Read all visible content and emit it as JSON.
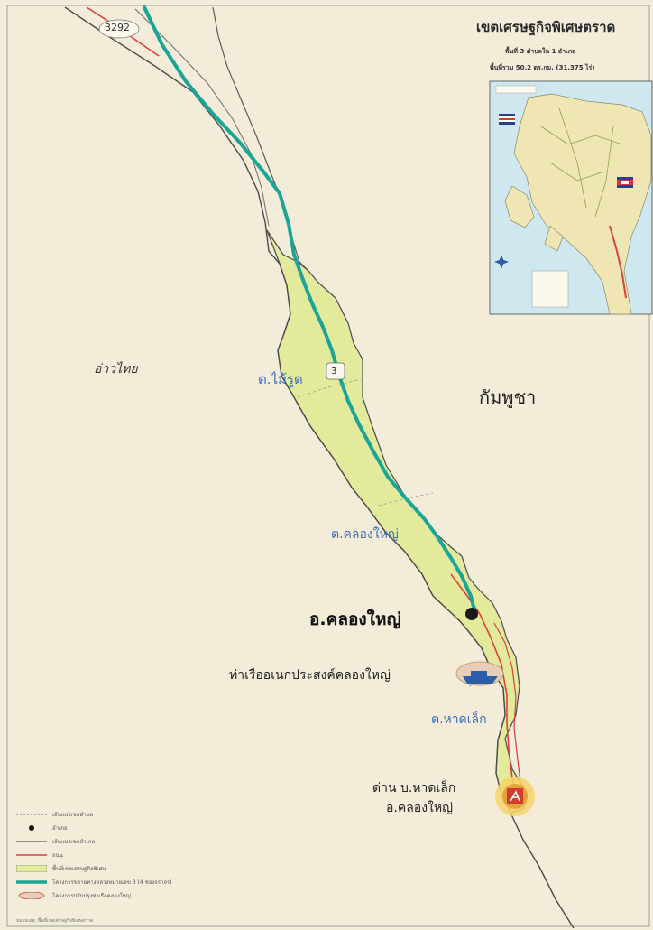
{
  "header": {
    "title": "เขตเศรษฐกิจพิเศษตราด",
    "subtitle_1": "พื้นที่ 3 ตำบลใน 1 อำเภอ",
    "subtitle_2": "พื้นที่รวม 50.2 ตร.กม. (31,375 ไร่)"
  },
  "regions": {
    "gulf_of_thailand": "อ่าวไทย",
    "cambodia": "กัมพูชา"
  },
  "subdistricts": {
    "mai_rut": "ต.ไม้รูด",
    "khlong_yai": "ต.คลองใหญ่",
    "hat_lek": "ต.หาดเล็ก"
  },
  "district": "อ.คลองใหญ่",
  "port": "ท่าเรืออเนกประสงค์คลองใหญ่",
  "checkpoint": {
    "line1": "ด่าน บ.หาดเล็ก",
    "line2": "อ.คลองใหญ่"
  },
  "roads": {
    "route_3292": "3292",
    "route_3": "3"
  },
  "legend": [
    {
      "symbol": "dotted-line",
      "label": "เส้นแบ่งเขตตำบล"
    },
    {
      "symbol": "dot",
      "label": "อำเภอ"
    },
    {
      "symbol": "grey-line",
      "label": "เส้นแบ่งเขตอำเภอ"
    },
    {
      "symbol": "red-line",
      "label": "ถนน"
    },
    {
      "symbol": "yellow-fill",
      "label": "พื้นที่เขตเศรษฐกิจพิเศษ"
    },
    {
      "symbol": "teal-line",
      "label": "โครงการขยายทางหลวงหมายเลข 3 (4 ช่องจราจร)"
    },
    {
      "symbol": "port-ellipse",
      "label": "โครงการปรับปรุงท่าเรือคลองใหญ่"
    }
  ],
  "note": "หมายเหตุ: พื้นที่เขตเศรษฐกิจพิเศษตราด",
  "colors": {
    "sez_fill": "#e3ea9c",
    "highway": "#1aa596",
    "road": "#d9423e",
    "boundary": "#555555",
    "subdistrict_label": "#3a6db8",
    "background": "#f3ecd9"
  }
}
